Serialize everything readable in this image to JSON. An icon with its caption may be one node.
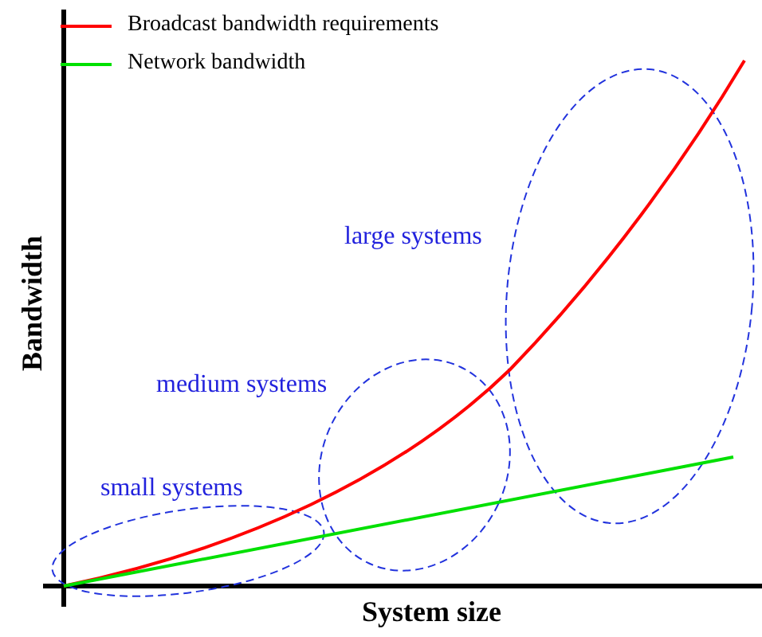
{
  "diagram": {
    "labels": [
      "small systems",
      "medium systems",
      "large systems",
      "Bandwidth",
      "System size"
    ],
    "legend": [
      {
        "text": "Broadcast bandwidth requirements"
      },
      {
        "text": "Network bandwidth"
      }
    ]
  }
}
